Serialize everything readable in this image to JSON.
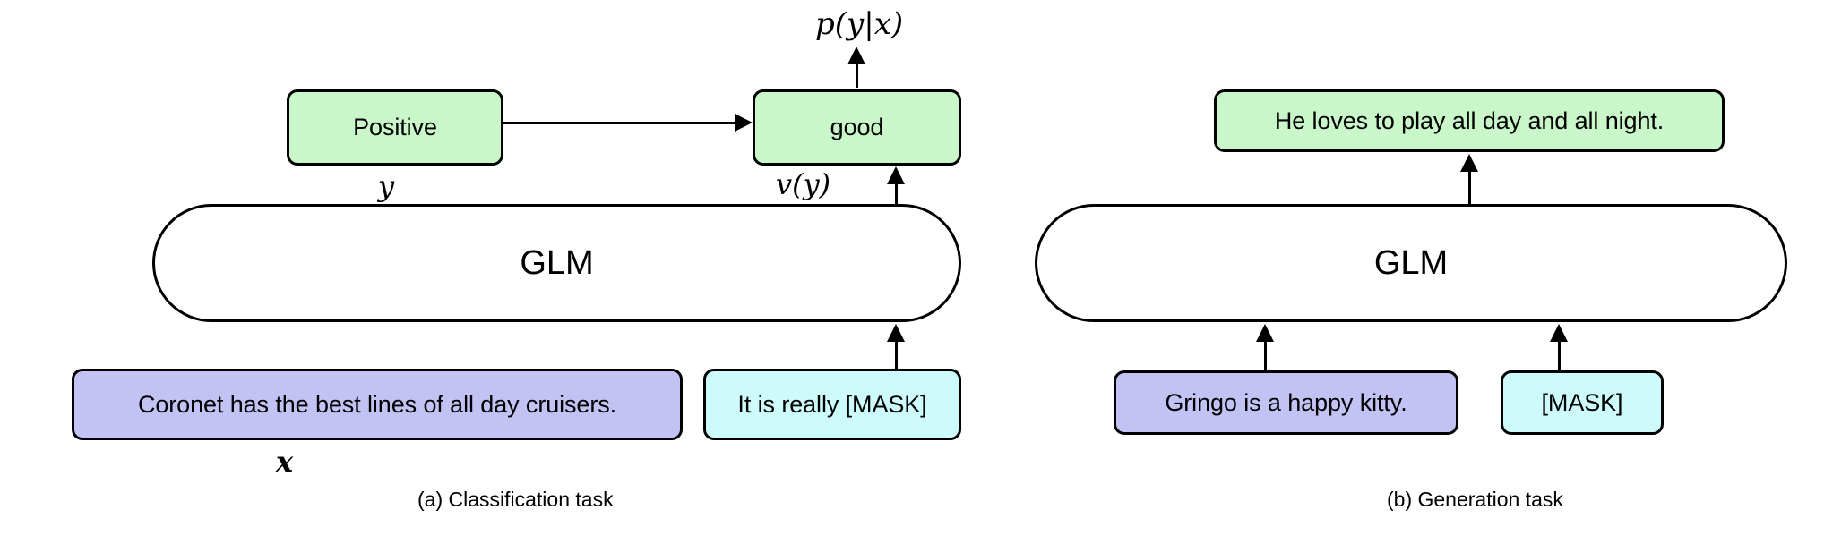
{
  "figure": {
    "title": "GLM task formulation diagram",
    "background_color": "#ffffff",
    "colors": {
      "green_fill": "#c9f7c9",
      "purple_fill": "#c3c2f4",
      "cyan_fill": "#cdfbfb",
      "stroke": "#000000"
    }
  },
  "panel_a": {
    "caption": "(a) Classification task",
    "label_box": "Positive",
    "label_box_annotation": "y",
    "verbalizer_box": "good",
    "verbalizer_box_annotation": "v(y)",
    "output_annotation": "p(y|x)",
    "model_box": "GLM",
    "input_box": "Coronet has the best lines of all day cruisers.",
    "input_box_annotation": "x",
    "prompt_box": "It is really [MASK]"
  },
  "panel_b": {
    "caption": "(b) Generation task",
    "output_box": "He loves to play all day and all night.",
    "model_box": "GLM",
    "input_box": "Gringo is a happy kitty.",
    "mask_box": "[MASK]"
  }
}
